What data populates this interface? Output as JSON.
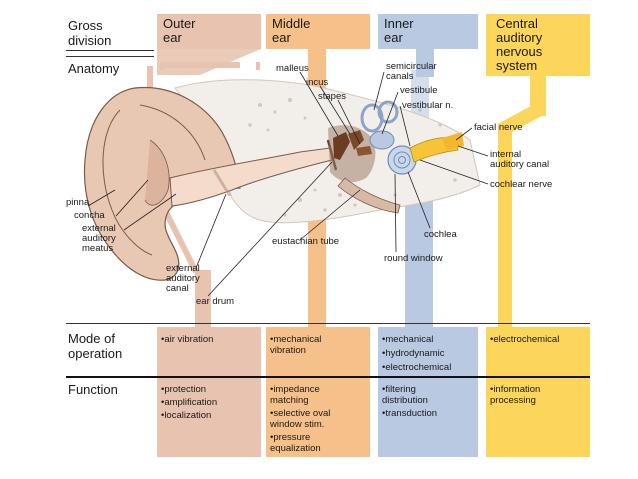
{
  "colors": {
    "outer": "#e8c4b0",
    "middle": "#f6c08a",
    "inner": "#b9c9e2",
    "central": "#fbd65a",
    "ossicle": "#6b3d20",
    "cochlea": "#c8d7ea"
  },
  "rows": {
    "gross_division": "Gross\ndivision",
    "anatomy": "Anatomy",
    "mode": "Mode of\noperation",
    "function": "Function"
  },
  "columns": [
    {
      "key": "outer",
      "title": "Outer\near",
      "mode": [
        "•air vibration"
      ],
      "function": [
        "•protection",
        "•amplification",
        "•localization"
      ]
    },
    {
      "key": "middle",
      "title": "Middle\near",
      "mode": [
        "•mechanical",
        " vibration"
      ],
      "function": [
        "•impedance",
        " matching",
        "•selective oval",
        " window stim.",
        "•pressure",
        " equalization"
      ]
    },
    {
      "key": "inner",
      "title": "Inner\near",
      "mode": [
        "•mechanical",
        "•hydrodynamic",
        "•electrochemical"
      ],
      "function": [
        "•filtering",
        " distribution",
        "•transduction"
      ]
    },
    {
      "key": "central",
      "title": "Central\nauditory\nnervous\nsystem",
      "mode": [
        "•electrochemical"
      ],
      "function": [
        "•information",
        " processing"
      ]
    }
  ],
  "labels": {
    "malleus": "malleus",
    "incus": "incus",
    "stapes": "stapes",
    "semicircular_canals": "semicircular\ncanals",
    "vestibule": "vestibule",
    "vestibular_n": "vestibular n.",
    "facial_nerve": "facial nerve",
    "internal_auditory_canal": "internal\nauditory canal",
    "cochlear_nerve": "cochlear nerve",
    "cochlea": "cochlea",
    "round_window": "round window",
    "eustachian_tube": "eustachian tube",
    "pinna": "pinna",
    "concha": "concha",
    "external_auditory_meatus": "external\nauditory\nmeatus",
    "external_auditory_canal": "external\nauditory\ncanal",
    "ear_drum": "ear drum"
  }
}
